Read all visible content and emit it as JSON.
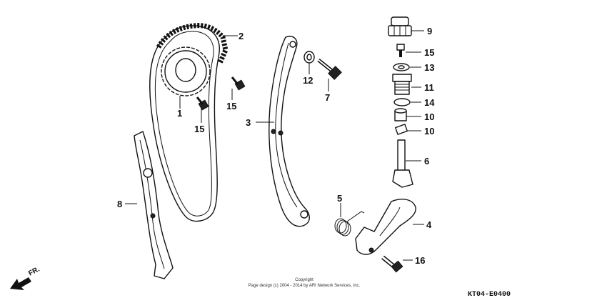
{
  "callouts": {
    "n1": "1",
    "n2": "2",
    "n3": "3",
    "n4": "4",
    "n5": "5",
    "n6": "6",
    "n7": "7",
    "n8": "8",
    "n9": "9",
    "n10a": "10",
    "n10b": "10",
    "n11": "11",
    "n12": "12",
    "n13": "13",
    "n14": "14",
    "n15a": "15",
    "n15b": "15",
    "n15c": "15",
    "n16": "16"
  },
  "front_arrow": "FR.",
  "copyright": {
    "line1": "Copyright",
    "line2": "Page design (c) 2004 - 2014 by ARI Network Services, Inc."
  },
  "diagram_code": "KT04-E0400"
}
